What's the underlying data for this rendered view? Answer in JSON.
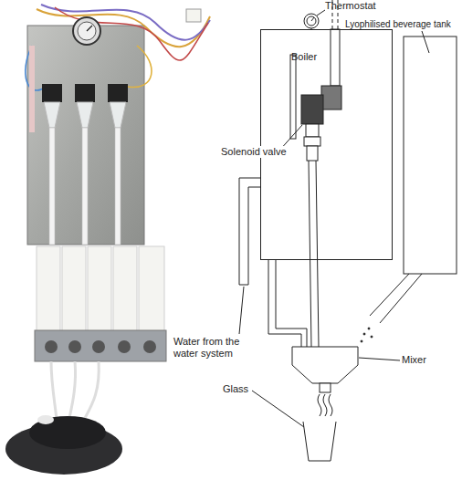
{
  "diagram": {
    "nodes": [
      {
        "text": [
          "Boiler"
        ]
      }
    ],
    "labels": [
      "Thermostat",
      "Lyophilised beverage tank",
      "Solenoid valve",
      "Water from the water system",
      "Mixer",
      "Glass"
    ]
  }
}
